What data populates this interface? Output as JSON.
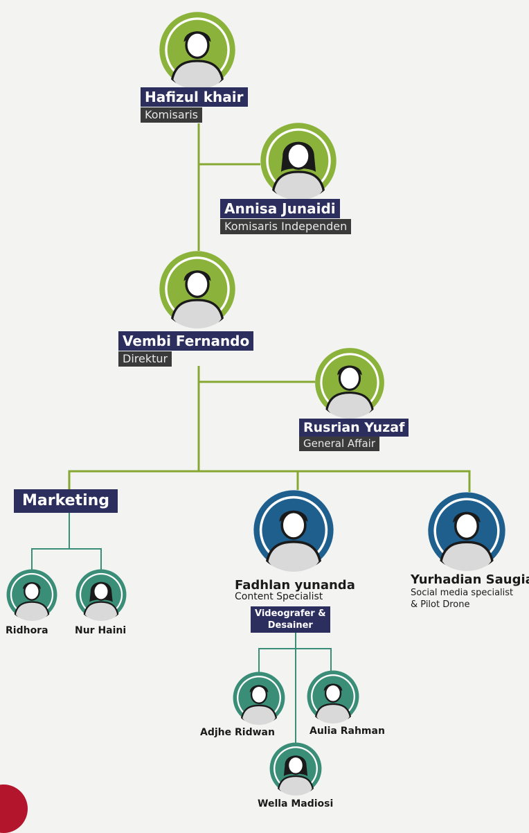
{
  "colors": {
    "line": "#86a833",
    "green_ring": "#8bb33c",
    "blue_ring": "#1f5f8e",
    "teal_ring": "#3a8d77",
    "name_bg": "#2c2e5e",
    "role_bg": "#3a3a3a"
  },
  "top": {
    "komisaris": {
      "name": "Hafizul khair",
      "role": "Komisaris"
    },
    "komisaris_independen": {
      "name": "Annisa Junaidi",
      "role": "Komisaris Independen"
    },
    "direktur": {
      "name": "Vembi Fernando",
      "role": "Direktur"
    },
    "general_affair": {
      "name": "Rusrian Yuzaf",
      "role": "General Affair"
    }
  },
  "marketing": {
    "label": "Marketing",
    "members": [
      {
        "name": "Ridhora"
      },
      {
        "name": "Nur Haini"
      }
    ]
  },
  "content": {
    "name": "Fadhlan yunanda",
    "role": "Content Specialist",
    "team_label_line1": "Videografer &",
    "team_label_line2": "Desainer",
    "members": [
      {
        "name": "Adjhe Ridwan"
      },
      {
        "name": "Aulia Rahman"
      },
      {
        "name": "Wella Madiosi"
      }
    ]
  },
  "social": {
    "name": "Yurhadian Saugia",
    "role_line1": "Social media specialist",
    "role_line2": "& Pilot Drone"
  }
}
